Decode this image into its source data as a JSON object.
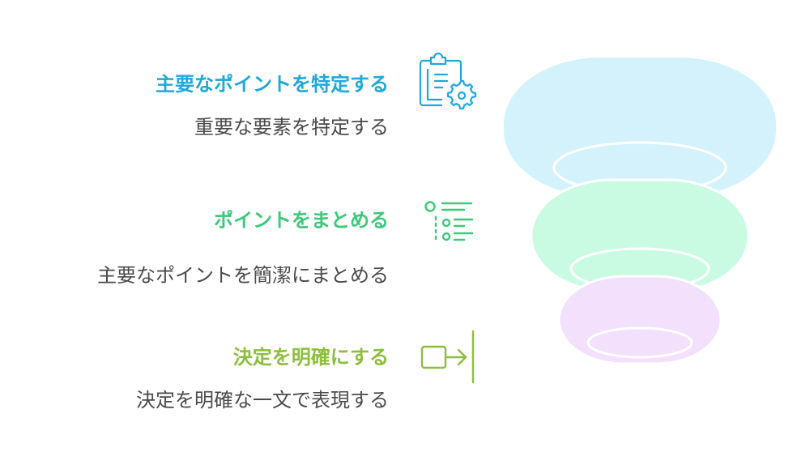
{
  "steps": [
    {
      "title": "主要なポイントを特定する",
      "desc": "重要な要素を特定する",
      "color": "#1FA8DC",
      "fill": "#D3F2FC",
      "icon": "clipboard-gear-icon"
    },
    {
      "title": "ポイントをまとめる",
      "desc": "主要なポイントを簡潔にまとめる",
      "color": "#3CC97A",
      "fill": "#C9FBE3",
      "icon": "list-hierarchy-icon"
    },
    {
      "title": "決定を明確にする",
      "desc": "決定を明確な一文で表現する",
      "color": "#8CBF3C",
      "fill": "#F3E0FC",
      "icon": "arrow-to-line-icon"
    }
  ]
}
